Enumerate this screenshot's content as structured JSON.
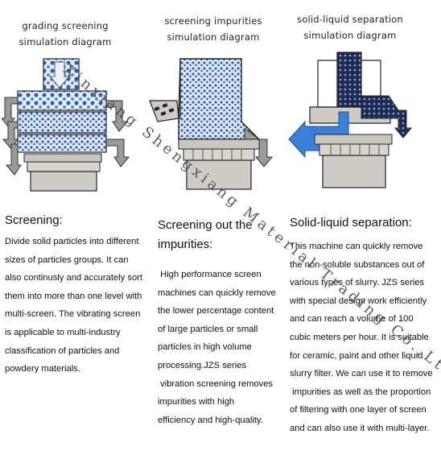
{
  "captions": {
    "grading": [
      "grading screening",
      "simulation diagram"
    ],
    "impurities": [
      "screening impurities",
      "simulation diagram"
    ],
    "solid_liquid": [
      "solid-liquid separation",
      "simulation diagram"
    ]
  },
  "sections": {
    "screening": {
      "heading": "Screening:",
      "lines": [
        "Divide solid particles into different",
        "sizes of particles groups. It can",
        "also continusly and accurately sort",
        "them into more than one level with",
        "multi-screen. The vibrating screen",
        "is applicable to multi-industry",
        "classification of particles and",
        "powdery materials."
      ]
    },
    "impurities": {
      "heading_lines": [
        "Screening out the",
        "impurities:"
      ],
      "lines": [
        " High performance screen",
        "machines can quickly remove",
        "the lower percentage content",
        "of large particles or small",
        "particles in high volume",
        "processing.JZS series",
        " vibration screening removes",
        "impurities with high",
        "efficiency and high-quality."
      ]
    },
    "solid_liquid": {
      "heading": "Solid-liquid separation:",
      "lines": [
        "This machine can quickly remove",
        "the non-soluble substances out of",
        "various types of slurry. JZS series",
        "with special design work efficiently",
        "and can reach a volume of 100",
        "cubic meters per hour. It is suitable",
        "for ceramic, paint and other liquid",
        "slurry filter. We can use it to remove",
        " impurities as well as the proportion",
        "of filtering with one layer of screen",
        "and can also use it with multi-layer."
      ]
    }
  },
  "watermark": "Xinxiang Shengxiang Material Trading Co.,Ltd.",
  "colors": {
    "particle_blue": "#2f62b8",
    "machine_gray": "#c9c6c1",
    "outline": "#222222",
    "arrow_gray": "#8f8f8f",
    "liquid_blue": "#3a7fd8",
    "dark_particle": "#1d2b55"
  },
  "icons": [
    "grading-machine-diagram",
    "impurity-machine-diagram",
    "separator-machine-diagram"
  ]
}
